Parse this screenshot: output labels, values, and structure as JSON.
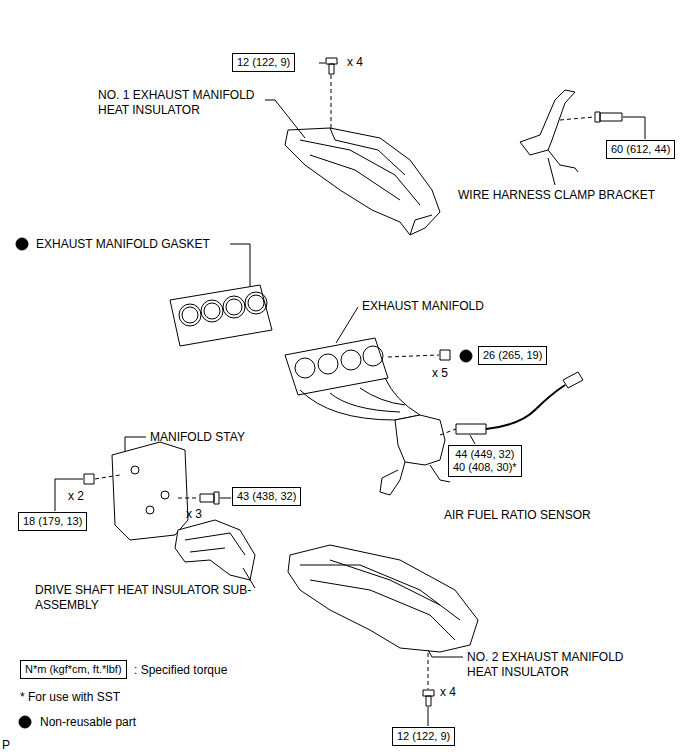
{
  "diagram": {
    "nodes": [
      {
        "text": [
          "12 (122, 9)"
        ]
      },
      {
        "text": [
          "60 (612, 44)"
        ]
      },
      {
        "text": [
          "26 (265, 19)"
        ]
      },
      {
        "text": [
          "43 (438, 32)"
        ]
      },
      {
        "text": [
          "18 (179, 13)"
        ]
      },
      {
        "text": [
          "44 (449, 32)",
          "40 (408, 30)*"
        ]
      },
      {
        "text": [
          "12 (122, 9)"
        ]
      },
      {
        "text": [
          "N*m (kgf*cm, ft.*lbf)"
        ]
      }
    ],
    "edges": [],
    "labels": [
      "x 4",
      "NO. 1 EXHAUST MANIFOLD HEAT INSULATOR",
      "WIRE HARNESS CLAMP BRACKET",
      "EXHAUST MANIFOLD GASKET",
      "EXHAUST MANIFOLD",
      "x 5",
      "MANIFOLD STAY",
      "x 2",
      "x 3",
      "AIR FUEL RATIO SENSOR",
      "DRIVE SHAFT HEAT INSULATOR SUB-ASSEMBLY",
      "NO. 2 EXHAUST MANIFOLD HEAT INSULATOR",
      "x 4",
      "* For use with SST",
      "P"
    ],
    "legend": [
      {
        "text": ": Specified torque"
      },
      {
        "text": "Non-reusable part"
      }
    ]
  }
}
